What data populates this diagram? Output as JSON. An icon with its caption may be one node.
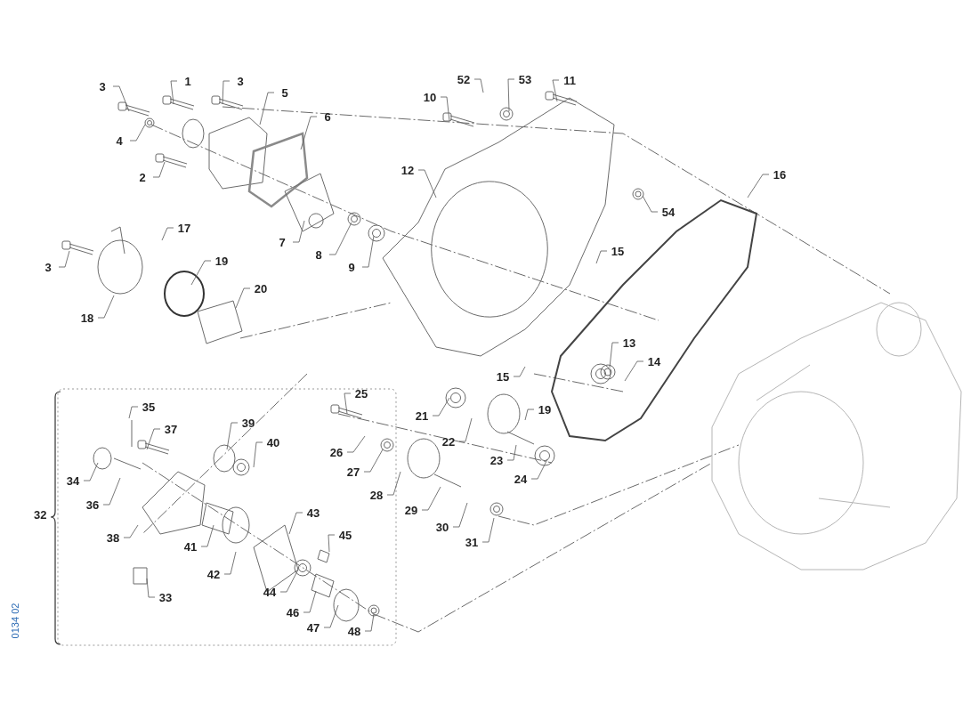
{
  "diagram": {
    "nodes": [
      {
        "text": [
          "3"
        ]
      },
      {
        "text": [
          "1"
        ]
      },
      {
        "text": [
          "3"
        ]
      },
      {
        "text": [
          "5"
        ]
      },
      {
        "text": [
          "4"
        ]
      },
      {
        "text": [
          "2"
        ]
      },
      {
        "text": [
          "6"
        ]
      },
      {
        "text": [
          "7"
        ]
      },
      {
        "text": [
          "8"
        ]
      },
      {
        "text": [
          "9"
        ]
      },
      {
        "text": [
          "52"
        ]
      },
      {
        "text": [
          "53"
        ]
      },
      {
        "text": [
          "11"
        ]
      },
      {
        "text": [
          "10"
        ]
      },
      {
        "text": [
          "12"
        ]
      },
      {
        "text": [
          "16"
        ]
      },
      {
        "text": [
          "17"
        ]
      },
      {
        "text": [
          "54"
        ]
      },
      {
        "text": [
          "15"
        ]
      },
      {
        "text": [
          "3"
        ]
      },
      {
        "text": [
          "19"
        ]
      },
      {
        "text": [
          "20"
        ]
      },
      {
        "text": [
          "18"
        ]
      },
      {
        "text": [
          "13"
        ]
      },
      {
        "text": [
          "14"
        ]
      },
      {
        "text": [
          "15"
        ]
      },
      {
        "text": [
          "25"
        ]
      },
      {
        "text": [
          "21"
        ]
      },
      {
        "text": [
          "19"
        ]
      },
      {
        "text": [
          "22"
        ]
      },
      {
        "text": [
          "26"
        ]
      },
      {
        "text": [
          "27"
        ]
      },
      {
        "text": [
          "23"
        ]
      },
      {
        "text": [
          "24"
        ]
      },
      {
        "text": [
          "28"
        ]
      },
      {
        "text": [
          "29"
        ]
      },
      {
        "text": [
          "30"
        ]
      },
      {
        "text": [
          "31"
        ]
      },
      {
        "text": [
          "35"
        ]
      },
      {
        "text": [
          "37"
        ]
      },
      {
        "text": [
          "39"
        ]
      },
      {
        "text": [
          "40"
        ]
      },
      {
        "text": [
          "34"
        ]
      },
      {
        "text": [
          "36"
        ]
      },
      {
        "text": [
          "43"
        ]
      },
      {
        "text": [
          "38"
        ]
      },
      {
        "text": [
          "41"
        ]
      },
      {
        "text": [
          "45"
        ]
      },
      {
        "text": [
          "42"
        ]
      },
      {
        "text": [
          "33"
        ]
      },
      {
        "text": [
          "44"
        ]
      },
      {
        "text": [
          "46"
        ]
      },
      {
        "text": [
          "47"
        ]
      },
      {
        "text": [
          "48"
        ]
      }
    ],
    "edges": [
      {
        "from": 0,
        "to": null,
        "arrow": "none"
      },
      {
        "from": 1,
        "to": null,
        "arrow": "none"
      },
      {
        "from": 2,
        "to": null,
        "arrow": "none"
      },
      {
        "from": 3,
        "to": null,
        "arrow": "none"
      },
      {
        "from": 4,
        "to": null,
        "arrow": "none"
      },
      {
        "from": 5,
        "to": null,
        "arrow": "none"
      },
      {
        "from": 6,
        "to": null,
        "arrow": "none"
      },
      {
        "from": 7,
        "to": null,
        "arrow": "none"
      },
      {
        "from": 8,
        "to": null,
        "arrow": "none"
      },
      {
        "from": 9,
        "to": null,
        "arrow": "none"
      },
      {
        "from": 10,
        "to": null,
        "arrow": "none"
      },
      {
        "from": 11,
        "to": null,
        "arrow": "none"
      },
      {
        "from": 12,
        "to": null,
        "arrow": "none"
      },
      {
        "from": 13,
        "to": null,
        "arrow": "none"
      },
      {
        "from": 14,
        "to": null,
        "arrow": "none"
      },
      {
        "from": 15,
        "to": null,
        "arrow": "none"
      },
      {
        "from": 16,
        "to": null,
        "arrow": "none"
      },
      {
        "from": 17,
        "to": null,
        "arrow": "none"
      },
      {
        "from": 18,
        "to": null,
        "arrow": "none"
      },
      {
        "from": 19,
        "to": null,
        "arrow": "none"
      },
      {
        "from": 20,
        "to": null,
        "arrow": "none"
      },
      {
        "from": 21,
        "to": null,
        "arrow": "none"
      },
      {
        "from": 22,
        "to": null,
        "arrow": "none"
      },
      {
        "from": 23,
        "to": null,
        "arrow": "none"
      },
      {
        "from": 24,
        "to": null,
        "arrow": "none"
      },
      {
        "from": 25,
        "to": null,
        "arrow": "none"
      },
      {
        "from": 26,
        "to": null,
        "arrow": "none"
      },
      {
        "from": 27,
        "to": null,
        "arrow": "none"
      },
      {
        "from": 28,
        "to": null,
        "arrow": "none"
      },
      {
        "from": 29,
        "to": null,
        "arrow": "none"
      },
      {
        "from": 30,
        "to": null,
        "arrow": "none"
      },
      {
        "from": 31,
        "to": null,
        "arrow": "none"
      },
      {
        "from": 32,
        "to": null,
        "arrow": "none"
      },
      {
        "from": 33,
        "to": null,
        "arrow": "none"
      },
      {
        "from": 34,
        "to": null,
        "arrow": "none"
      },
      {
        "from": 35,
        "to": null,
        "arrow": "none"
      },
      {
        "from": 36,
        "to": null,
        "arrow": "none"
      },
      {
        "from": 37,
        "to": null,
        "arrow": "none"
      },
      {
        "from": 38,
        "to": null,
        "arrow": "none"
      },
      {
        "from": 39,
        "to": null,
        "arrow": "none"
      },
      {
        "from": 40,
        "to": null,
        "arrow": "none"
      },
      {
        "from": 41,
        "to": null,
        "arrow": "none"
      },
      {
        "from": 42,
        "to": null,
        "arrow": "none"
      },
      {
        "from": 43,
        "to": null,
        "arrow": "none"
      },
      {
        "from": 44,
        "to": null,
        "arrow": "none"
      },
      {
        "from": 45,
        "to": null,
        "arrow": "none"
      },
      {
        "from": 46,
        "to": null,
        "arrow": "none"
      },
      {
        "from": 47,
        "to": null,
        "arrow": "none"
      },
      {
        "from": 48,
        "to": null,
        "arrow": "none"
      },
      {
        "from": 49,
        "to": null,
        "arrow": "none"
      },
      {
        "from": 50,
        "to": null,
        "arrow": "none"
      },
      {
        "from": 51,
        "to": null,
        "arrow": "none"
      },
      {
        "from": 52,
        "to": null,
        "arrow": "none"
      },
      {
        "from": 53,
        "to": null,
        "arrow": "none"
      }
    ],
    "labels": [
      "32",
      "0134 02"
    ]
  }
}
